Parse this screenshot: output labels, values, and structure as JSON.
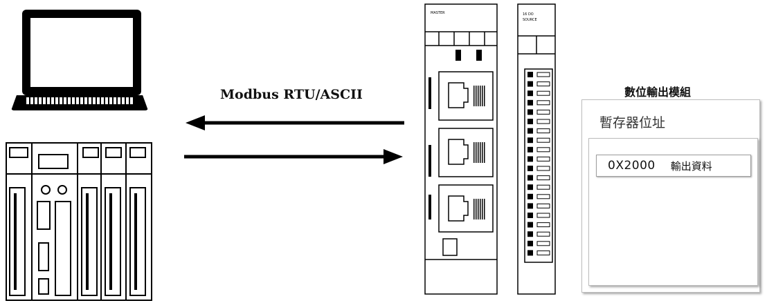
{
  "protocol": {
    "label": "Modbus RTU/ASCII"
  },
  "output_module": {
    "title": "數位輸出模組",
    "register_heading": "暫存器位址",
    "registers": [
      {
        "address": "0X2000",
        "description": "輸出資料"
      }
    ]
  },
  "devices": {
    "comm_module_label": "MASTER",
    "io_module_label_line1": "16 DO",
    "io_module_label_line2": "SOURCE"
  },
  "colors": {
    "line": "#000000",
    "panel_border": "#bdbdbd",
    "text": "#111111"
  }
}
